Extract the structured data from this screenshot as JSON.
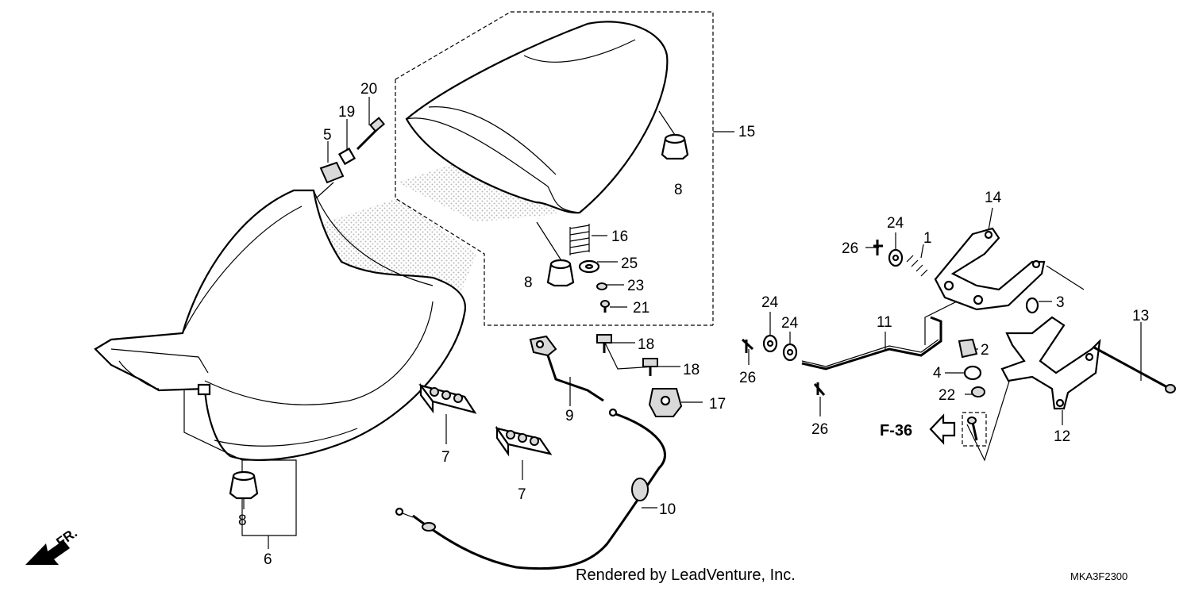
{
  "diagram": {
    "callouts": [
      "1",
      "2",
      "3",
      "4",
      "5",
      "6",
      "7",
      "7",
      "8",
      "8",
      "8",
      "9",
      "10",
      "11",
      "12",
      "13",
      "14",
      "15",
      "16",
      "17",
      "18",
      "18",
      "19",
      "20",
      "21",
      "22",
      "23",
      "24",
      "24",
      "24",
      "25",
      "26",
      "26",
      "26"
    ],
    "reference_label": "F-36",
    "direction_label": "FR.",
    "footer_text": "Rendered by LeadVenture, Inc.",
    "diagram_code": "MKA3F2300"
  }
}
